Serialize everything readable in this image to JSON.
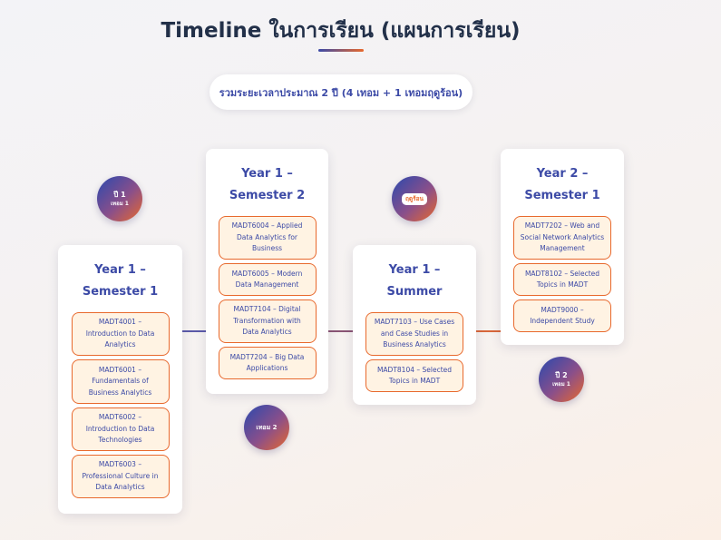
{
  "header": {
    "title": "Timeline ในการเรียน (แผนการเรียน)",
    "summary": "รวมระยะเวลาประมาณ 2 ปี (4 เทอม + 1 เทอมฤดูร้อน)"
  },
  "colors": {
    "accent_blue": "#3c4aa6",
    "accent_orange": "#e8692d",
    "course_fill": "#fff3e3"
  },
  "columns": [
    {
      "title_line1": "Year 1 –",
      "title_line2": "Semester 1",
      "courses": [
        "MADT4001 – Introduction to Data Analytics",
        "MADT6001 – Fundamentals of Business Analytics",
        "MADT6002 – Introduction to Data Technologies",
        "MADT6003 – Professional Culture in Data Analytics"
      ]
    },
    {
      "title_line1": "Year 1 –",
      "title_line2": "Semester 2",
      "courses": [
        "MADT6004 – Applied Data Analytics for Business",
        "MADT6005 – Modern Data Management",
        "MADT7104 – Digital Transformation with Data Analytics",
        "MADT7204 – Big Data Applications"
      ]
    },
    {
      "title_line1": "Year 1 –",
      "title_line2": "Summer",
      "courses": [
        "MADT7103 – Use Cases and Case Studies in Business Analytics",
        "MADT8104 – Selected Topics in MADT"
      ]
    },
    {
      "title_line1": "Year 2 –",
      "title_line2": "Semester 1",
      "courses": [
        "MADT7202 – Web and Social Network Analytics Management",
        "MADT8102 – Selected Topics in MADT",
        "MADT9000 – Independent Study"
      ]
    }
  ],
  "badges": [
    {
      "line1": "ปี 1",
      "line2": "เทอม 1"
    },
    {
      "line1": "เทอม 2",
      "line2": ""
    },
    {
      "chip": "ฤดูร้อน"
    },
    {
      "line1": "ปี 2",
      "line2": "เทอม 1"
    }
  ]
}
